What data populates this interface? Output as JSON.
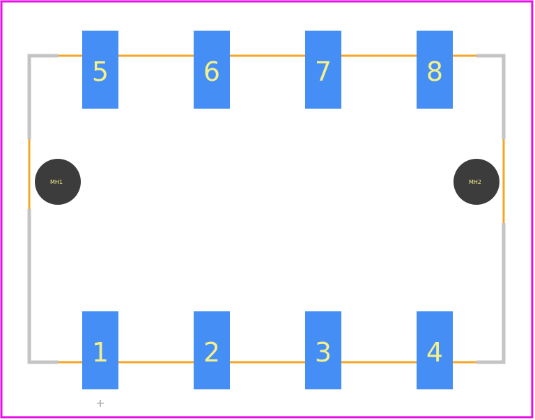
{
  "colors": {
    "board_outline": "#e80ee8",
    "silkscreen": "#c4c4c4",
    "courtyard": "#f5a623",
    "pad": "#448ef5",
    "pad_text": "#f5f08a",
    "mounting_hole": "#3c3c3c"
  },
  "pads": {
    "p5": "5",
    "p6": "6",
    "p7": "7",
    "p8": "8",
    "p1": "1",
    "p2": "2",
    "p3": "3",
    "p4": "4"
  },
  "holes": {
    "mh1": "MH1",
    "mh2": "MH2"
  }
}
